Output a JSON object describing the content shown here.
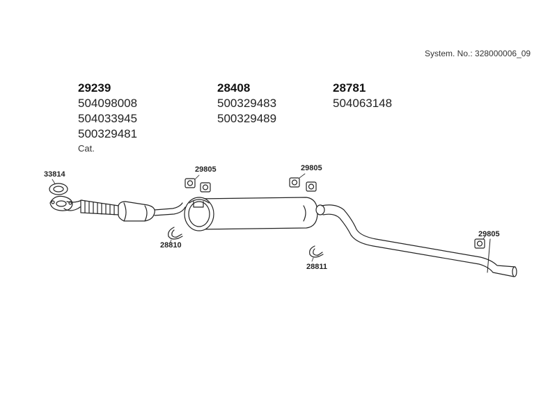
{
  "system_number": "System. No.: 328000006_09",
  "groups": [
    {
      "main": "29239",
      "subs": [
        "504098008",
        "504033945",
        "500329481"
      ],
      "note": "Cat."
    },
    {
      "main": "28408",
      "subs": [
        "500329483",
        "500329489"
      ],
      "note": ""
    },
    {
      "main": "28781",
      "subs": [
        "504063148"
      ],
      "note": ""
    }
  ],
  "callouts": {
    "gasket": "33814",
    "mount_front": "29805",
    "mount_rear_muffler": "29805",
    "mount_tail": "29805",
    "clamp_front": "28810",
    "clamp_mid": "28811"
  }
}
